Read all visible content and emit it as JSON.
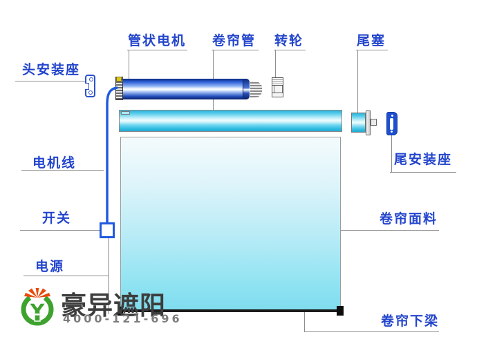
{
  "labels": {
    "tubular_motor": "管状电机",
    "roller_tube": "卷帘管",
    "wheel": "转轮",
    "tail_plug": "尾塞",
    "head_bracket": "头安装座",
    "motor_wire": "电机线",
    "switch": "开关",
    "power": "电源",
    "tail_bracket": "尾安装座",
    "fabric": "卷帘面料",
    "bottom_rail": "卷帘下梁"
  },
  "logo": {
    "brand": "豪异遮阳",
    "phone": "4000-121-696"
  },
  "colors": {
    "label_blue": "#2345cc",
    "leader_gray": "#8e8e8e",
    "motor_blue": "#2e62dc",
    "tube_cyan": "#35c0e6",
    "fabric_cyan": "#7edcee",
    "wire_blue": "#1e5ae0",
    "rail_black": "#1b1b1b",
    "bracket_blue": "#1d4fd0",
    "logo_green": "#3da32e",
    "logo_orange": "#e84b0c"
  }
}
